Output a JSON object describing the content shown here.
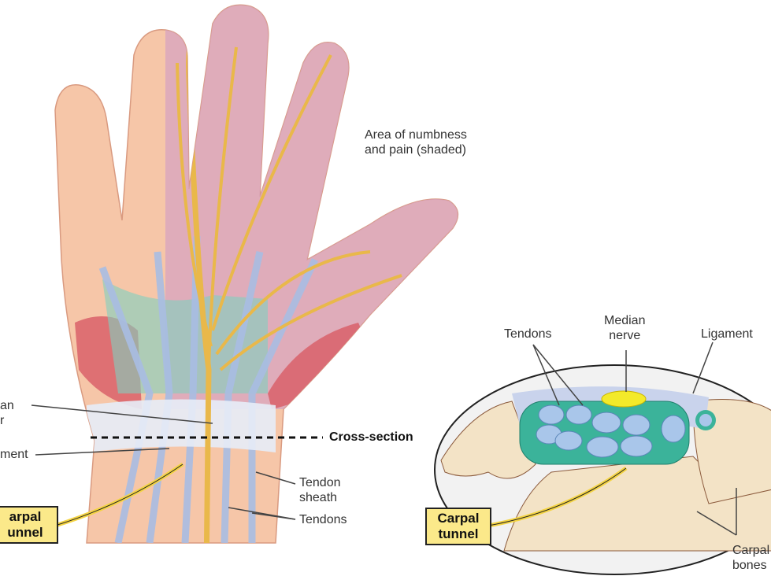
{
  "hand": {
    "numbness_label": "Area of numbness and pain (shaded)",
    "numbness_line1": "Area of numbness",
    "numbness_line2": "and pain (shaded)",
    "median_nerve_partial_1": "an",
    "median_nerve_partial_2": "r",
    "ligament_partial": "ment",
    "cross_section": "Cross-section",
    "tendon_sheath_1": "Tendon",
    "tendon_sheath_2": "sheath",
    "tendons": "Tendons",
    "carpal_tunnel_1": "arpal",
    "carpal_tunnel_2": "unnel"
  },
  "cross_section": {
    "tendons": "Tendons",
    "median_nerve_1": "Median",
    "median_nerve_2": "nerve",
    "ligament": "Ligament",
    "carpal_tunnel_1": "Carpal",
    "carpal_tunnel_2": "tunnel",
    "carpal_bones_1": "Carpal",
    "carpal_bones_2": "bones"
  },
  "colors": {
    "skin": "#f6c6a8",
    "shade": "#d7a3c0",
    "nerve": "#e9b84a",
    "tendon": "#a9bde3",
    "sheath": "#3bb39a",
    "muscle": "#d9606a",
    "bone": "#f3e3c6",
    "label_box": "#fbe98a"
  }
}
